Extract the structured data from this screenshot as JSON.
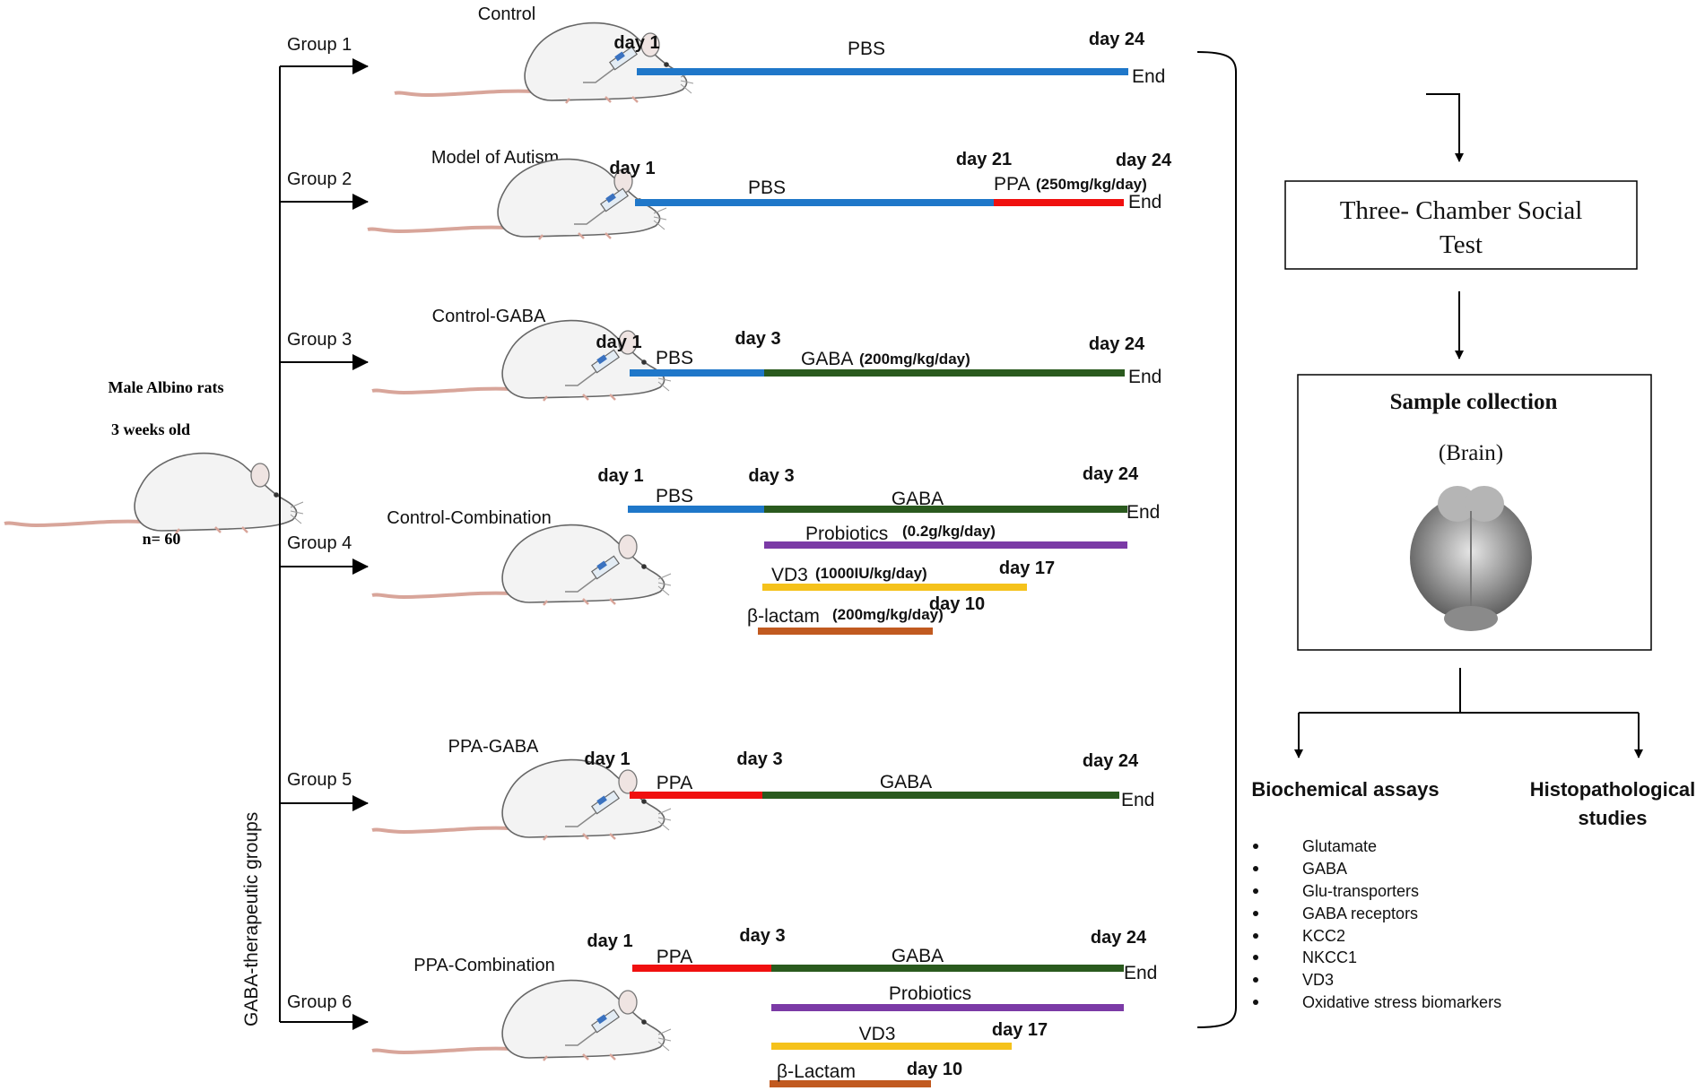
{
  "colors": {
    "PBS": "#1f77c9",
    "PPA": "#f0100f",
    "GABA": "#2a5a1e",
    "Probiotics": "#7b3aa6",
    "VD3": "#f5c21b",
    "beta_lactam": "#c15a20"
  },
  "source": {
    "line1": "Male Albino rats",
    "line2": "3 weeks old",
    "n": "n= 60"
  },
  "side_label": "GABA-therapeutic groups",
  "groups": [
    {
      "group_label": "Group 1",
      "heading": "Control",
      "days": [
        "day 1",
        "day 24"
      ],
      "bars": [
        {
          "color": "PBS",
          "start": 1,
          "end": 24
        }
      ],
      "bar_labels": [
        {
          "text": "PBS",
          "dose": ""
        }
      ],
      "end_label": "End"
    },
    {
      "group_label": "Group 2",
      "heading": "Model of Autism",
      "days": [
        "day 1",
        "day 21",
        "day 24"
      ],
      "bars": [
        {
          "color": "PBS",
          "start": 1,
          "end": 21
        },
        {
          "color": "PPA",
          "start": 21,
          "end": 24
        }
      ],
      "bar_labels": [
        {
          "text": "PBS",
          "dose": ""
        },
        {
          "text": "PPA",
          "dose": "(250mg/kg/day)"
        }
      ],
      "end_label": "End"
    },
    {
      "group_label": "Group 3",
      "heading": "Control-GABA",
      "days": [
        "day 1",
        "day 3",
        "day 24"
      ],
      "bars": [
        {
          "color": "PBS",
          "start": 1,
          "end": 3
        },
        {
          "color": "GABA",
          "start": 3,
          "end": 24
        }
      ],
      "bar_labels": [
        {
          "text": "PBS",
          "dose": ""
        },
        {
          "text": "GABA",
          "dose": "(200mg/kg/day)"
        }
      ],
      "end_label": "End"
    },
    {
      "group_label": "Group 4",
      "heading": "Control-Combination",
      "days": [
        "day 1",
        "day 3",
        "day 24",
        "day 17",
        "day 10"
      ],
      "bars": [
        {
          "color": "PBS",
          "start": 1,
          "end": 3
        },
        {
          "color": "GABA",
          "start": 3,
          "end": 24
        },
        {
          "color": "Probiotics",
          "start": 3,
          "end": 24
        },
        {
          "color": "VD3",
          "start": 3,
          "end": 17
        },
        {
          "color": "beta_lactam",
          "start": 3,
          "end": 10
        }
      ],
      "bar_labels": [
        {
          "text": "PBS",
          "dose": ""
        },
        {
          "text": "GABA",
          "dose": ""
        },
        {
          "text": "Probiotics",
          "dose": "(0.2g/kg/day)"
        },
        {
          "text": "VD3",
          "dose": "(1000IU/kg/day)"
        },
        {
          "text": "β-lactam",
          "dose": "(200mg/kg/day)"
        }
      ],
      "end_label": "End"
    },
    {
      "group_label": "Group 5",
      "heading": "PPA-GABA",
      "days": [
        "day 1",
        "day 3",
        "day 24"
      ],
      "bars": [
        {
          "color": "PPA",
          "start": 1,
          "end": 3
        },
        {
          "color": "GABA",
          "start": 3,
          "end": 24
        }
      ],
      "bar_labels": [
        {
          "text": "PPA",
          "dose": ""
        },
        {
          "text": "GABA",
          "dose": ""
        }
      ],
      "end_label": "End"
    },
    {
      "group_label": "Group 6",
      "heading": "PPA-Combination",
      "days": [
        "day 1",
        "day 3",
        "day 24",
        "day 17",
        "day 10"
      ],
      "bars": [
        {
          "color": "PPA",
          "start": 1,
          "end": 3
        },
        {
          "color": "GABA",
          "start": 3,
          "end": 24
        },
        {
          "color": "Probiotics",
          "start": 3,
          "end": 24
        },
        {
          "color": "VD3",
          "start": 3,
          "end": 17
        },
        {
          "color": "beta_lactam",
          "start": 3,
          "end": 10
        }
      ],
      "bar_labels": [
        {
          "text": "PPA",
          "dose": ""
        },
        {
          "text": "GABA",
          "dose": ""
        },
        {
          "text": "Probiotics",
          "dose": ""
        },
        {
          "text": "VD3",
          "dose": ""
        },
        {
          "text": "β-Lactam",
          "dose": ""
        }
      ],
      "end_label": "End"
    }
  ],
  "right_panel": {
    "test_box": [
      "Three- Chamber Social",
      "Test"
    ],
    "sample_title": "Sample collection",
    "sample_sub": "(Brain)",
    "branch_left": "Biochemical assays",
    "branch_right": [
      "Histopathological",
      "studies"
    ],
    "assays": [
      "Glutamate",
      "GABA",
      "Glu-transporters",
      "GABA receptors",
      "KCC2",
      "NKCC1",
      "VD3",
      "Oxidative stress biomarkers"
    ]
  }
}
